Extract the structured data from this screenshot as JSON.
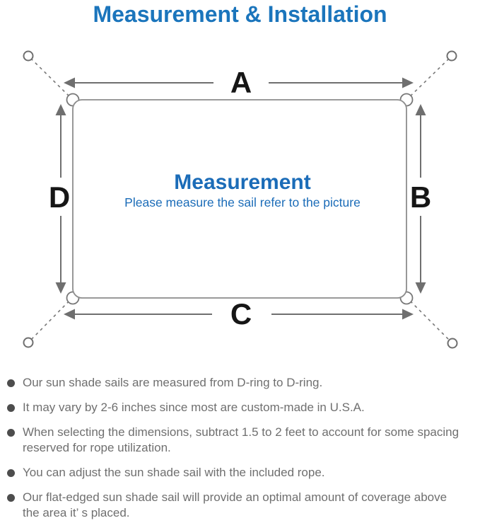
{
  "title": "Measurement & Installation",
  "colors": {
    "accent_blue": "#1b75bc",
    "diagram_line_gray": "#6f6f6f",
    "note_text_gray": "#6f6f6f",
    "dim_label_black": "#161616"
  },
  "diagram": {
    "side_labels": {
      "top": "A",
      "right": "B",
      "bottom": "C",
      "left": "D"
    },
    "center_title": "Measurement",
    "center_subtitle": "Please measure the sail refer to the picture"
  },
  "notes": [
    "Our sun shade sails are measured from D-ring to D-ring.",
    "It may vary by 2-6 inches since most are custom-made in U.S.A.",
    "When selecting the dimensions, subtract 1.5 to 2 feet to account for some spacing reserved for rope utilization.",
    "You can adjust the sun shade sail with the included rope.",
    "Our flat-edged sun shade sail will provide an optimal amount of coverage above the area it’ s placed."
  ]
}
